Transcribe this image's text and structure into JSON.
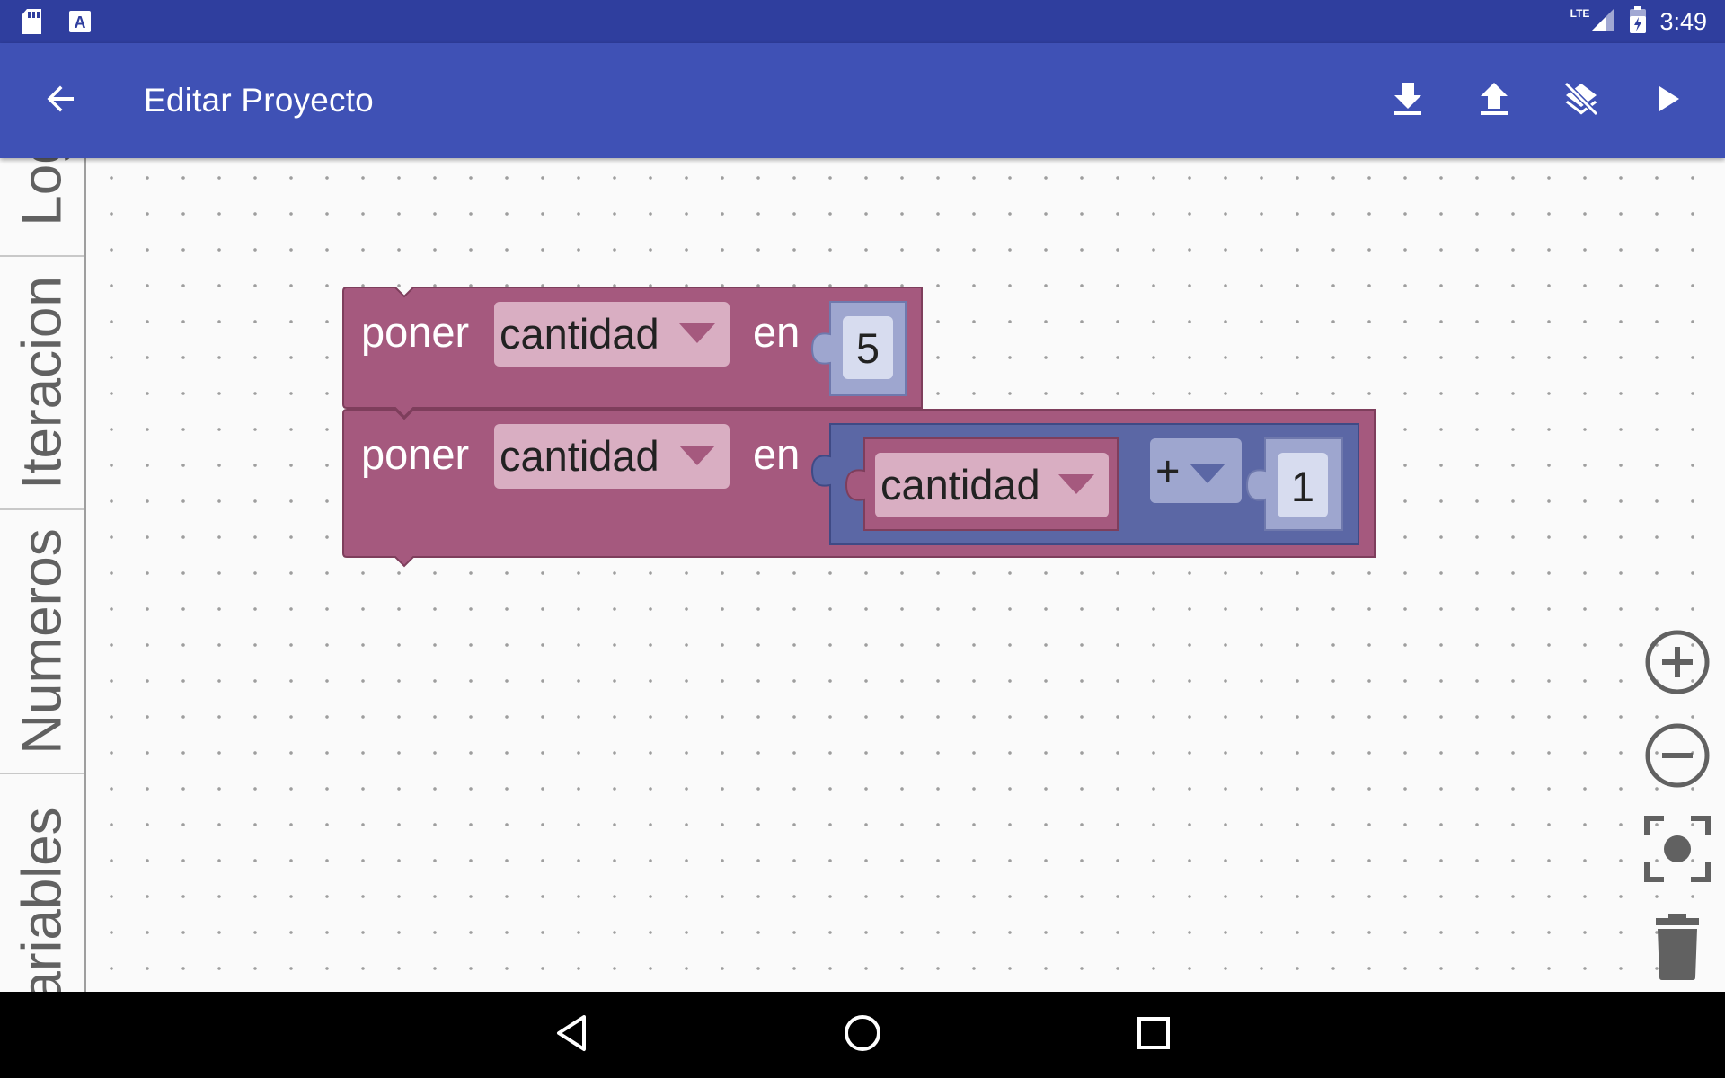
{
  "status_bar": {
    "time": "3:49",
    "network": "LTE",
    "left_icons": [
      "sd-card-icon",
      "text-a-icon"
    ],
    "right_icons": [
      "signal-icon",
      "battery-icon"
    ]
  },
  "app_bar": {
    "title": "Editar Proyecto",
    "back_icon": "arrow-back-icon",
    "actions": [
      "download-icon",
      "upload-icon",
      "layers-clear-icon",
      "play-icon"
    ]
  },
  "toolbox": {
    "tabs": [
      "Log",
      "Iteracion",
      "Numeros",
      "ariables"
    ]
  },
  "blocks": {
    "block1": {
      "keyword": "poner",
      "variable": "cantidad",
      "connector": "en",
      "value": "5"
    },
    "block2": {
      "keyword": "poner",
      "variable": "cantidad",
      "connector": "en",
      "operand_variable": "cantidad",
      "operator": "+",
      "operand_value": "1"
    }
  },
  "zoom_controls": [
    "zoom-in-icon",
    "zoom-out-icon",
    "center-focus-icon",
    "trash-icon"
  ],
  "nav_bar": [
    "back-triangle-icon",
    "home-circle-icon",
    "recents-square-icon"
  ],
  "colors": {
    "status_bar": "#2f3e9e",
    "app_bar": "#3f51b5",
    "variable_block": "#a5597e",
    "math_block": "#5b67a5",
    "dropdown_field": "#d9aec2"
  }
}
